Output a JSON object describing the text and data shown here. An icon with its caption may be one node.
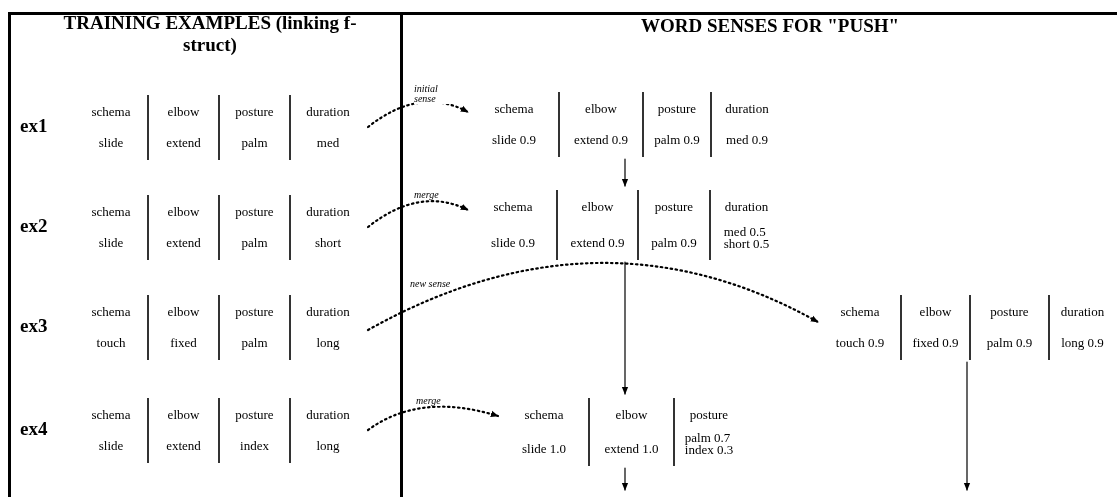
{
  "diagram": {
    "nodes": [
      {
        "text": [
          "schema",
          "slide",
          "elbow",
          "extend",
          "posture",
          "palm",
          "duration",
          "med"
        ],
        "beside": [
          "ex1"
        ]
      },
      {
        "text": [
          "schema",
          "slide",
          "elbow",
          "extend",
          "posture",
          "palm",
          "duration",
          "short"
        ],
        "beside": [
          "ex2"
        ]
      },
      {
        "text": [
          "schema",
          "touch",
          "elbow",
          "fixed",
          "posture",
          "palm",
          "duration",
          "long"
        ],
        "beside": [
          "ex3"
        ]
      },
      {
        "text": [
          "schema",
          "slide",
          "elbow",
          "extend",
          "posture",
          "index",
          "duration",
          "long"
        ],
        "beside": [
          "ex4"
        ]
      },
      {
        "text": [
          "schema",
          "slide 0.9",
          "elbow",
          "extend 0.9",
          "posture",
          "palm 0.9",
          "duration",
          "med 0.9"
        ]
      },
      {
        "text": [
          "schema",
          "slide 0.9",
          "elbow",
          "extend 0.9",
          "posture",
          "palm 0.9",
          "duration",
          "med 0.5",
          "short 0.5"
        ]
      },
      {
        "text": [
          "schema",
          "touch 0.9",
          "elbow",
          "fixed 0.9",
          "posture",
          "palm 0.9",
          "duration",
          "long 0.9"
        ]
      },
      {
        "text": [
          "schema",
          "slide 1.0",
          "elbow",
          "extend 1.0",
          "posture",
          "palm 0.7",
          "index 0.3"
        ]
      }
    ],
    "edges": [
      {
        "from": 0,
        "to": 4,
        "arrow": "to",
        "label": "initial sense",
        "style": "dashed"
      },
      {
        "from": 1,
        "to": 5,
        "arrow": "to",
        "label": "merge",
        "style": "dashed"
      },
      {
        "from": 2,
        "to": 6,
        "arrow": "to",
        "label": "new sense",
        "style": "dashed"
      },
      {
        "from": 3,
        "to": 7,
        "arrow": "to",
        "label": "merge",
        "style": "dashed"
      },
      {
        "from": 4,
        "to": 5,
        "arrow": "to"
      },
      {
        "from": 5,
        "to": 7,
        "arrow": "to"
      },
      {
        "from": 7,
        "to": null,
        "arrow": "to"
      },
      {
        "from": 6,
        "to": null,
        "arrow": "to"
      }
    ],
    "labels": [
      "TRAINING EXAMPLES (linking f-struct)",
      "WORD SENSES FOR \"PUSH\""
    ]
  }
}
